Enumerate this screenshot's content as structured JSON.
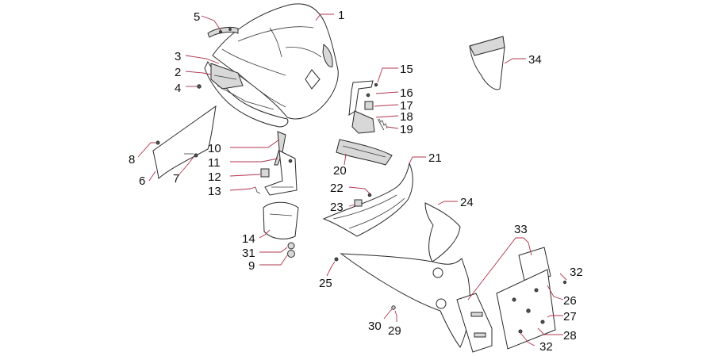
{
  "colors": {
    "leader": "#b0344a",
    "outline": "#2a2a2a",
    "text": "#111111"
  },
  "callouts": [
    {
      "id": "c1",
      "text": "1"
    },
    {
      "id": "c2",
      "text": "2"
    },
    {
      "id": "c3",
      "text": "3"
    },
    {
      "id": "c4",
      "text": "4"
    },
    {
      "id": "c5",
      "text": "5"
    },
    {
      "id": "c6",
      "text": "6"
    },
    {
      "id": "c7",
      "text": "7"
    },
    {
      "id": "c8",
      "text": "8"
    },
    {
      "id": "c9",
      "text": "9"
    },
    {
      "id": "c10",
      "text": "10"
    },
    {
      "id": "c11",
      "text": "11"
    },
    {
      "id": "c12",
      "text": "12"
    },
    {
      "id": "c13",
      "text": "13"
    },
    {
      "id": "c14",
      "text": "14"
    },
    {
      "id": "c15",
      "text": "15"
    },
    {
      "id": "c16",
      "text": "16"
    },
    {
      "id": "c17",
      "text": "17"
    },
    {
      "id": "c18",
      "text": "18"
    },
    {
      "id": "c19",
      "text": "19"
    },
    {
      "id": "c20",
      "text": "20"
    },
    {
      "id": "c21",
      "text": "21"
    },
    {
      "id": "c22",
      "text": "22"
    },
    {
      "id": "c23",
      "text": "23"
    },
    {
      "id": "c24",
      "text": "24"
    },
    {
      "id": "c25",
      "text": "25"
    },
    {
      "id": "c26",
      "text": "26"
    },
    {
      "id": "c27",
      "text": "27"
    },
    {
      "id": "c28",
      "text": "28"
    },
    {
      "id": "c29",
      "text": "29"
    },
    {
      "id": "c30",
      "text": "30"
    },
    {
      "id": "c31",
      "text": "31"
    },
    {
      "id": "c32a",
      "text": "32"
    },
    {
      "id": "c32b",
      "text": "32"
    },
    {
      "id": "c33",
      "text": "33"
    },
    {
      "id": "c34",
      "text": "34"
    }
  ]
}
